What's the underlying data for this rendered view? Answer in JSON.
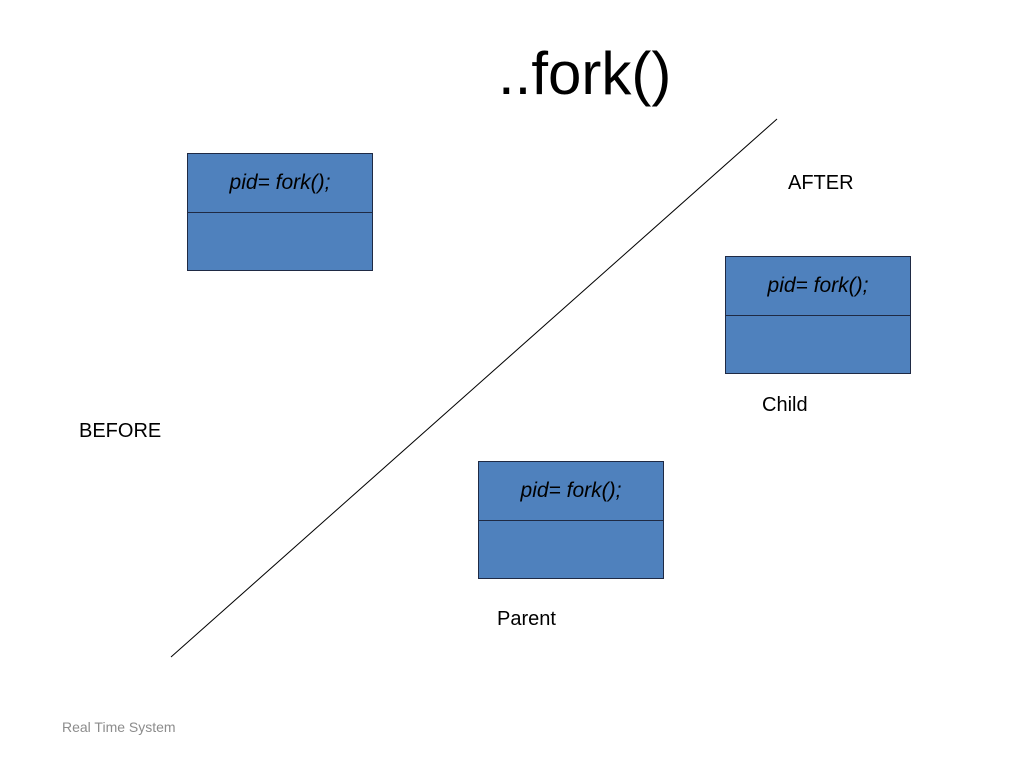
{
  "slide": {
    "title": "..fork()",
    "footer": "Real Time System"
  },
  "diagram": {
    "before_label": "BEFORE",
    "after_label": "AFTER",
    "before_box": {
      "code": "pid= fork();"
    },
    "child_box": {
      "code": "pid= fork();",
      "label": "Child"
    },
    "parent_box": {
      "code": "pid= fork();",
      "label": "Parent"
    }
  },
  "colors": {
    "box_fill": "#4f81bd",
    "box_border": "#1f2a44",
    "line": "#000000",
    "footer_text": "#8c8c8c"
  }
}
